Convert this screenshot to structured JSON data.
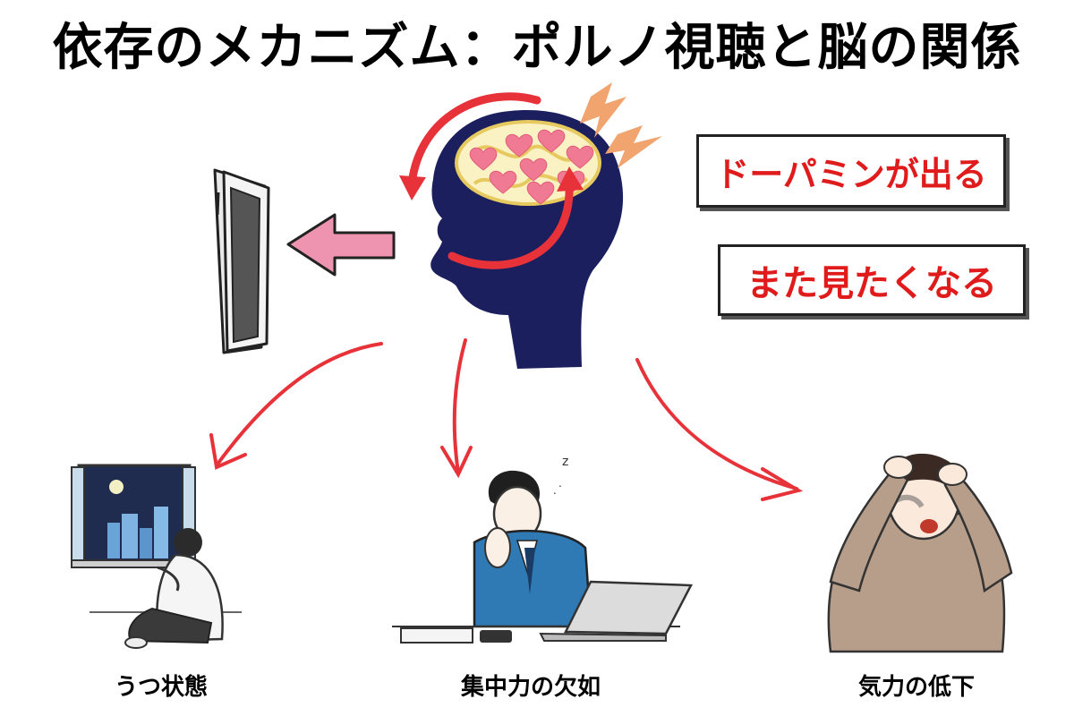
{
  "title": "依存のメカニズム：ポルノ視聴と脳の関係",
  "labels": {
    "dopamine": "ドーパミンが出る",
    "want_again": "また見たくなる"
  },
  "effects": [
    {
      "label": "うつ状態",
      "icon": "depressed-person-icon"
    },
    {
      "label": "集中力の欠如",
      "icon": "sleepy-businessman-icon"
    },
    {
      "label": "気力の低下",
      "icon": "headache-man-icon"
    }
  ],
  "icons": [
    "brain-head-icon",
    "smartphone-icon",
    "pink-arrow-icon",
    "cycle-arrow-icon",
    "lightning-icon"
  ],
  "colors": {
    "accent_red": "#e01b1b",
    "head_navy": "#1c1f5e",
    "arrow_pink": "#ef94b0",
    "heart_pink": "#f07a93",
    "lightning_orange": "#f2a46e",
    "business_blue": "#2f79b5"
  }
}
